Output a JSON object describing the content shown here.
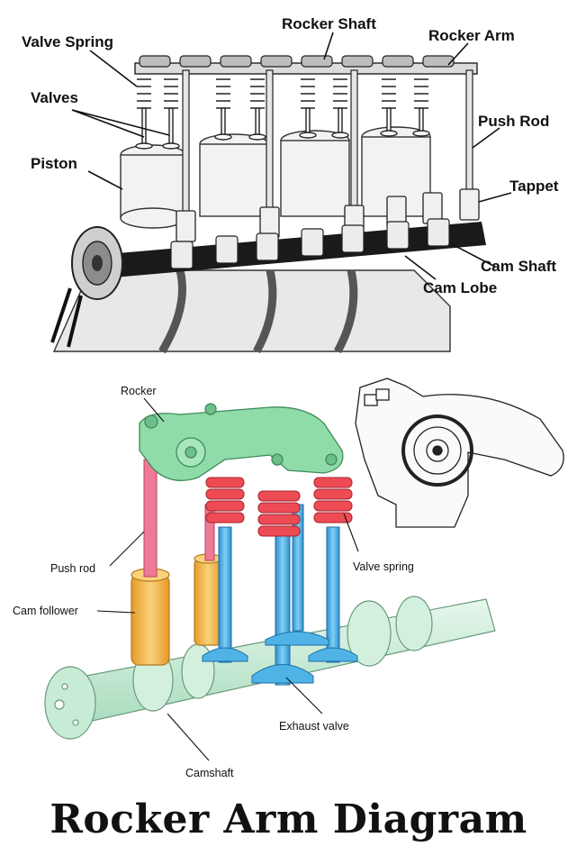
{
  "top_diagram": {
    "labels": {
      "valve_spring": "Valve Spring",
      "rocker_shaft": "Rocker Shaft",
      "rocker_arm": "Rocker Arm",
      "valves": "Valves",
      "push_rod": "Push Rod",
      "piston": "Piston",
      "tappet": "Tappet",
      "cam_shaft": "Cam Shaft",
      "cam_lobe": "Cam Lobe"
    }
  },
  "bottom_diagram": {
    "labels": {
      "rocker": "Rocker",
      "push_rod": "Push rod",
      "valve_spring": "Valve spring",
      "cam_follower": "Cam follower",
      "exhaust_valve": "Exhaust valve",
      "camshaft": "Camshaft"
    },
    "colors": {
      "rocker": "#8fdca8",
      "push_rod": "#ee7a98",
      "valve_spring": "#ee4b55",
      "cam_follower": "#f4b64a",
      "valve": "#4fb3e6",
      "camshaft": "#cdeedc"
    }
  },
  "title": "Rocker Arm Diagram"
}
